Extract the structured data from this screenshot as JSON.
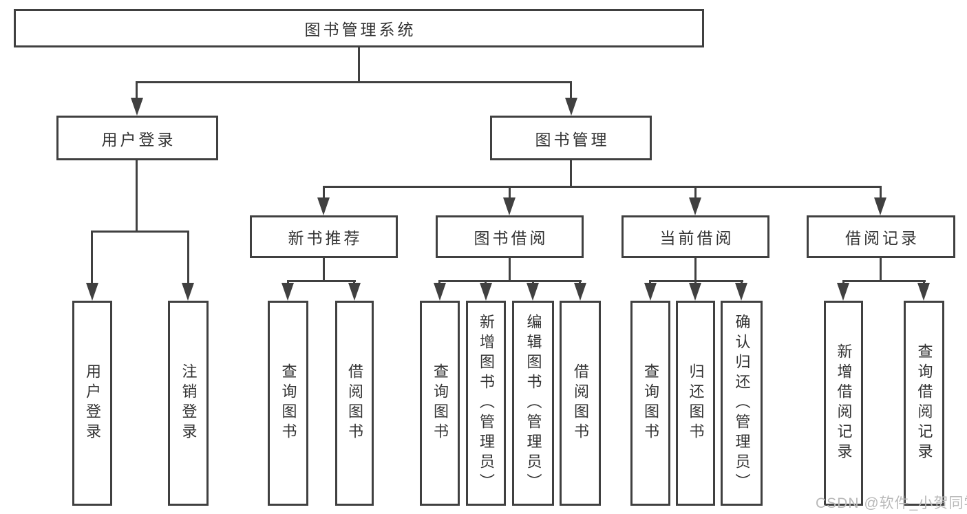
{
  "diagram": {
    "title": "图书管理系统",
    "root": {
      "label": "图书管理系统"
    },
    "level2": [
      {
        "id": "user-login",
        "label": "用户登录",
        "parent": "图书管理系统"
      },
      {
        "id": "book-management",
        "label": "图书管理",
        "parent": "图书管理系统"
      }
    ],
    "level3": [
      {
        "id": "new-book-recommend",
        "label": "新书推荐",
        "parent": "图书管理"
      },
      {
        "id": "book-borrowing",
        "label": "图书借阅",
        "parent": "图书管理"
      },
      {
        "id": "current-borrowing",
        "label": "当前借阅",
        "parent": "图书管理"
      },
      {
        "id": "borrow-records",
        "label": "借阅记录",
        "parent": "图书管理"
      }
    ],
    "leaves": [
      {
        "id": "leaf-user-login",
        "label": "用户登录",
        "parent": "用户登录"
      },
      {
        "id": "leaf-logout",
        "label": "注销登录",
        "parent": "用户登录"
      },
      {
        "id": "leaf-query-books-1",
        "label": "查询图书",
        "parent": "新书推荐"
      },
      {
        "id": "leaf-borrow-books-1",
        "label": "借阅图书",
        "parent": "新书推荐"
      },
      {
        "id": "leaf-query-books-2",
        "label": "查询图书",
        "parent": "图书借阅"
      },
      {
        "id": "leaf-add-books",
        "label": "新增图书（管理员）",
        "parent": "图书借阅"
      },
      {
        "id": "leaf-edit-books",
        "label": "编辑图书（管理员）",
        "parent": "图书借阅"
      },
      {
        "id": "leaf-borrow-books-2",
        "label": "借阅图书",
        "parent": "图书借阅"
      },
      {
        "id": "leaf-query-books-3",
        "label": "查询图书",
        "parent": "当前借阅"
      },
      {
        "id": "leaf-return-books",
        "label": "归还图书",
        "parent": "当前借阅"
      },
      {
        "id": "leaf-confirm-return",
        "label": "确认归还（管理员）",
        "parent": "当前借阅"
      },
      {
        "id": "leaf-add-borrow-record",
        "label": "新增借阅记录",
        "parent": "借阅记录"
      },
      {
        "id": "leaf-query-borrow-record",
        "label": "查询借阅记录",
        "parent": "借阅记录"
      }
    ],
    "watermark": "CSDN @软件_小贺同学",
    "colors": {
      "line": "#404040",
      "text": "#333333",
      "watermark": "#b9b9b9",
      "background": "#ffffff"
    }
  }
}
